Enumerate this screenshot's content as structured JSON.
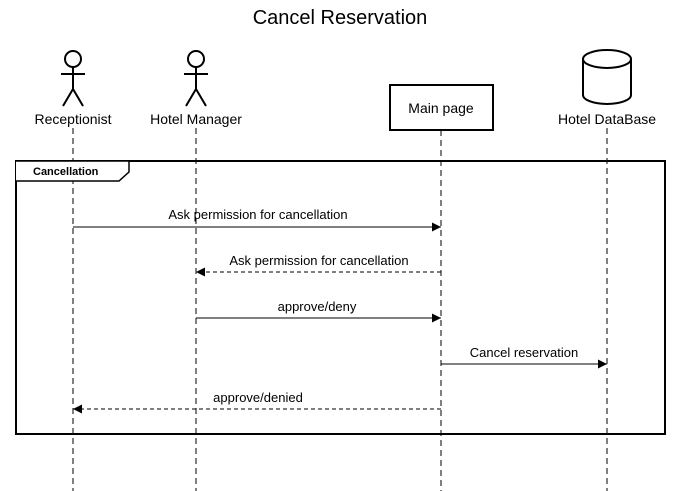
{
  "title": "Cancel Reservation",
  "participants": [
    {
      "name": "Receptionist",
      "kind": "actor"
    },
    {
      "name": "Hotel Manager",
      "kind": "actor"
    },
    {
      "name": "Main page",
      "kind": "boundary"
    },
    {
      "name": "Hotel DataBase",
      "kind": "database"
    }
  ],
  "frame": {
    "label": "Cancellation"
  },
  "messages": [
    {
      "from": "Receptionist",
      "to": "Main page",
      "text": "Ask permission for cancellation",
      "style": "solid"
    },
    {
      "from": "Main page",
      "to": "Hotel Manager",
      "text": "Ask permission for cancellation",
      "style": "dashed"
    },
    {
      "from": "Hotel Manager",
      "to": "Main page",
      "text": "approve/deny",
      "style": "solid"
    },
    {
      "from": "Main page",
      "to": "Hotel DataBase",
      "text": "Cancel reservation",
      "style": "solid"
    },
    {
      "from": "Main page",
      "to": "Receptionist",
      "text": "approve/denied",
      "style": "dashed"
    }
  ]
}
